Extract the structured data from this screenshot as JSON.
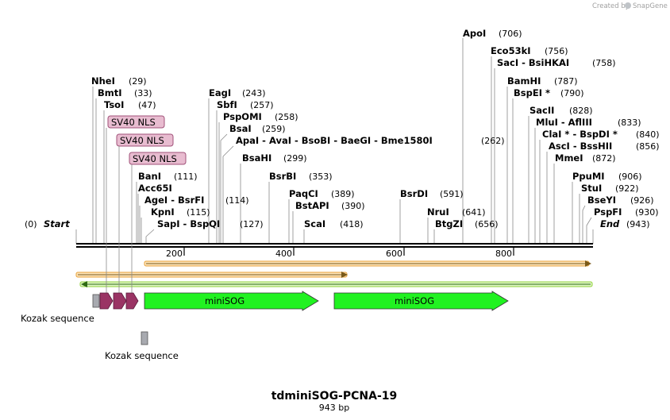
{
  "credit": {
    "created_by": "Created by",
    "app": "SnapGene"
  },
  "title": "tdminiSOG-PCNA-19",
  "length_label": "943 bp",
  "length_bp": 943,
  "ends": {
    "start_num": "(0)",
    "start_label": "Start",
    "end_label": "End",
    "end_num": "(943)"
  },
  "ticks": [
    "200",
    "400",
    "600",
    "800"
  ],
  "sites": [
    {
      "label": "NheI",
      "pos": "(29)"
    },
    {
      "label": "BmtI",
      "pos": "(33)"
    },
    {
      "label": "TsoI",
      "pos": "(47)"
    },
    {
      "label": "BanI",
      "pos": "(111)"
    },
    {
      "label": "Acc65I",
      "pos": ""
    },
    {
      "label": "AgeI - BsrFI",
      "pos": "(114)"
    },
    {
      "label": "KpnI",
      "pos": "(115)"
    },
    {
      "label": "SapI - BspQI",
      "pos": "(127)"
    },
    {
      "label": "EagI",
      "pos": "(243)"
    },
    {
      "label": "SbfI",
      "pos": "(257)"
    },
    {
      "label": "PspOMI",
      "pos": "(258)"
    },
    {
      "label": "BsaI",
      "pos": "(259)"
    },
    {
      "label": "ApaI - AvaI - BsoBI - BaeGI - Bme1580I",
      "pos": "(262)"
    },
    {
      "label": "BsaHI",
      "pos": "(299)"
    },
    {
      "label": "BsrBI",
      "pos": "(353)"
    },
    {
      "label": "PaqCI",
      "pos": "(389)"
    },
    {
      "label": "BstAPI",
      "pos": "(390)"
    },
    {
      "label": "ScaI",
      "pos": "(418)"
    },
    {
      "label": "BsrDI",
      "pos": "(591)"
    },
    {
      "label": "NruI",
      "pos": "(641)"
    },
    {
      "label": "BtgZI",
      "pos": "(656)"
    },
    {
      "label": "ApoI",
      "pos": "(706)"
    },
    {
      "label": "Eco53kI",
      "pos": "(756)"
    },
    {
      "label": "SacI - BsiHKAI",
      "pos": "(758)"
    },
    {
      "label": "BamHI",
      "pos": "(787)"
    },
    {
      "label": "BspEI *",
      "pos": "(790)"
    },
    {
      "label": "SacII",
      "pos": "(828)"
    },
    {
      "label": "MluI - AflIII",
      "pos": "(833)"
    },
    {
      "label": "ClaI * - BspDI *",
      "pos": "(840)"
    },
    {
      "label": "AscI - BssHII",
      "pos": "(856)"
    },
    {
      "label": "MmeI",
      "pos": "(872)"
    },
    {
      "label": "PpuMI",
      "pos": "(906)"
    },
    {
      "label": "StuI",
      "pos": "(922)"
    },
    {
      "label": "BseYI",
      "pos": "(926)"
    },
    {
      "label": "PspFI",
      "pos": "(930)"
    }
  ],
  "features": {
    "nls": [
      "SV40 NLS",
      "SV40 NLS",
      "SV40 NLS"
    ],
    "minisog_1": "miniSOG",
    "minisog_2": "miniSOG",
    "kozak_1": "Kozak sequence",
    "kozak_2": "Kozak sequence"
  },
  "colors": {
    "backbone": "#000000",
    "minisog": "#21f221",
    "nls_fill": "#e8bcd0",
    "nls_stroke": "#a05078",
    "nls_arrow": "#9a3464",
    "kozak": "#a8aab0",
    "orf_orange": "#e8a23a",
    "orf_green": "#8fd23a"
  }
}
